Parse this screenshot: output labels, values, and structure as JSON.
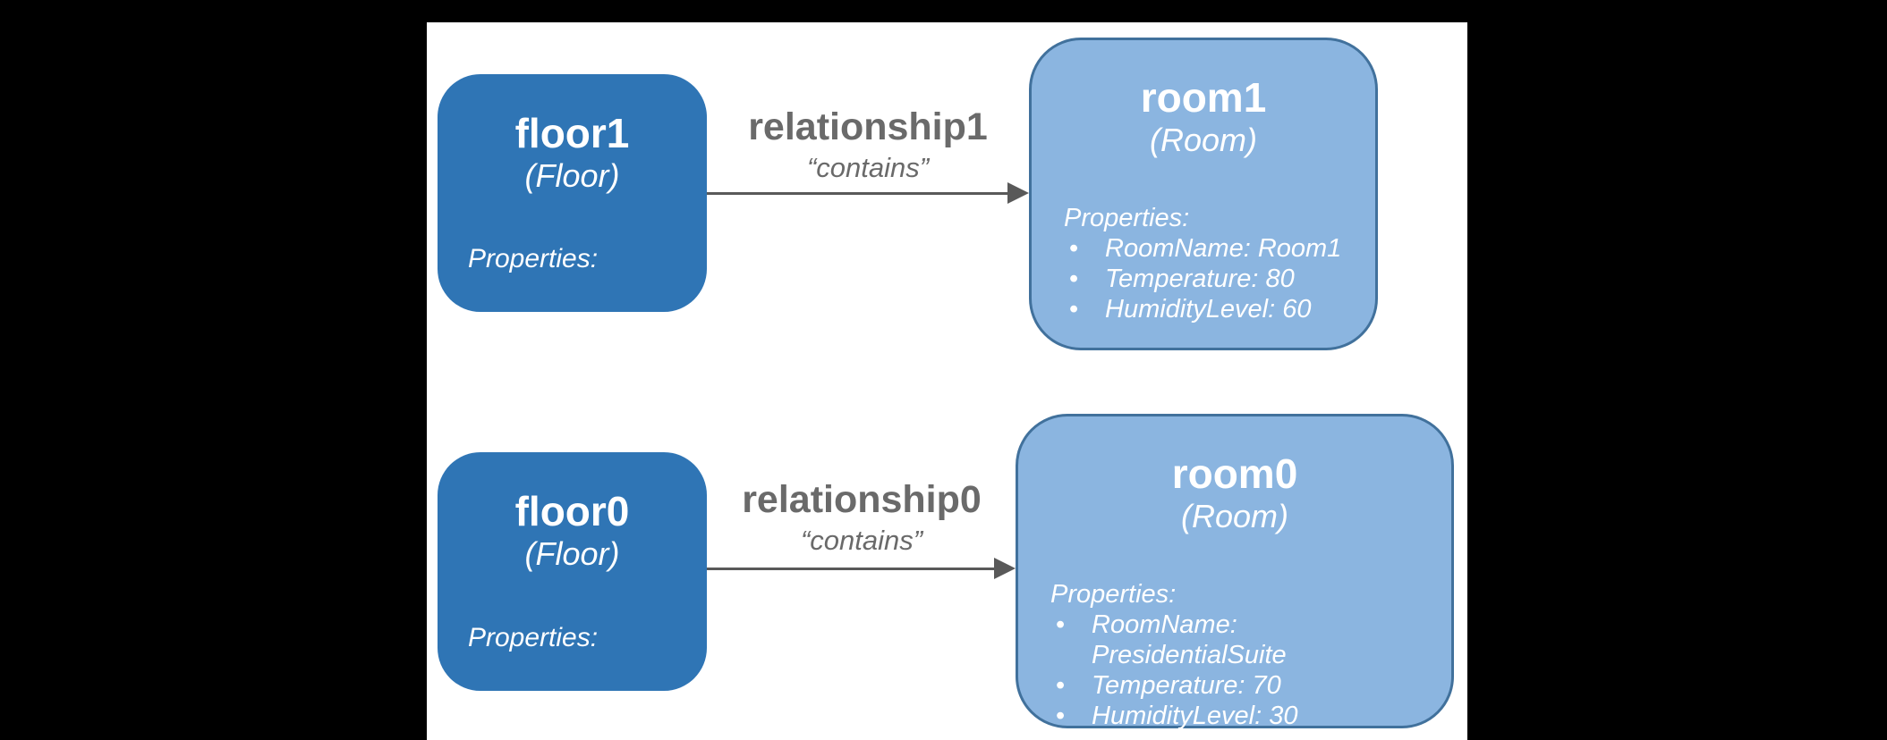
{
  "colors": {
    "page_background": "#000000",
    "slide_background": "#ffffff",
    "floor_fill": "#2f75b5",
    "room_fill": "#8bb5e0",
    "room_border": "#41719c",
    "relationship_text": "#6a6a6a",
    "arrow": "#595959",
    "node_text": "#ffffff"
  },
  "rows": [
    {
      "source": {
        "name": "floor1",
        "type": "(Floor)",
        "properties_label": "Properties:"
      },
      "relationship": {
        "name": "relationship1",
        "label": "“contains”"
      },
      "target": {
        "name": "room1",
        "type": "(Room)",
        "properties_label": "Properties:",
        "properties": [
          "RoomName: Room1",
          "Temperature: 80",
          "HumidityLevel: 60"
        ]
      }
    },
    {
      "source": {
        "name": "floor0",
        "type": "(Floor)",
        "properties_label": "Properties:"
      },
      "relationship": {
        "name": "relationship0",
        "label": "“contains”"
      },
      "target": {
        "name": "room0",
        "type": "(Room)",
        "properties_label": "Properties:",
        "properties": [
          "RoomName: PresidentialSuite",
          "Temperature: 70",
          "HumidityLevel: 30"
        ]
      }
    }
  ]
}
